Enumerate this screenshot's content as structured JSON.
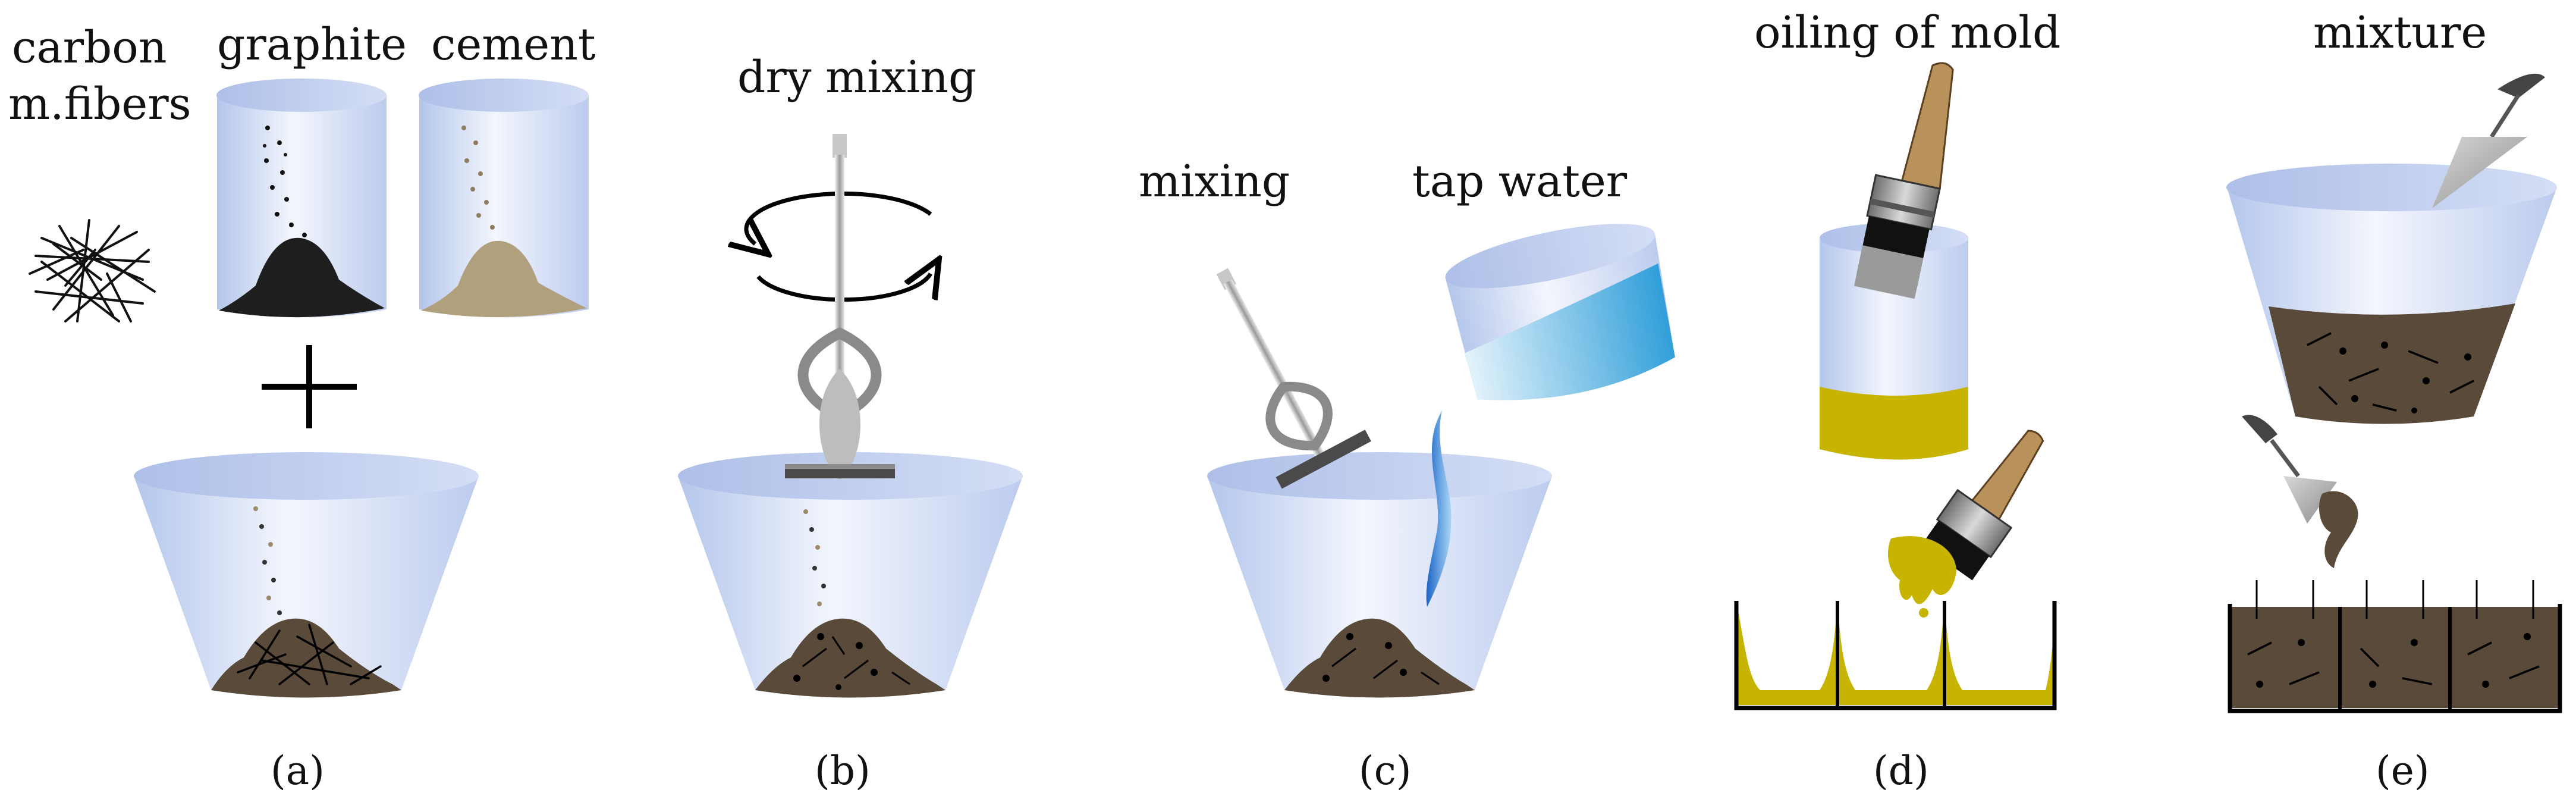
{
  "panels": {
    "a": {
      "caption": "(a)",
      "labels": {
        "carbon_line1": "carbon",
        "carbon_line2": "m.fibers",
        "graphite": "graphite",
        "cement": "cement"
      }
    },
    "b": {
      "caption": "(b)",
      "label": "dry mixing"
    },
    "c": {
      "caption": "(c)",
      "label_mixing": "mixing",
      "label_water": "tap water"
    },
    "d": {
      "caption": "(d)",
      "label": "oiling of mold"
    },
    "e": {
      "caption": "(e)",
      "label": "mixture"
    }
  },
  "colors": {
    "glass": "#c7d4f0",
    "graphite": "#1e1e1e",
    "cement": "#b0a07e",
    "mixture": "#5a4a3a",
    "water": "#3aa3de",
    "oil": "#c6b400",
    "brush_handle": "#b8925a"
  },
  "icons": [
    "carbon-fiber-bundle-icon",
    "plus-icon",
    "mixer-paddle-icon",
    "rotation-arrows-icon",
    "brush-icon",
    "trowel-icon",
    "mold-icon"
  ]
}
